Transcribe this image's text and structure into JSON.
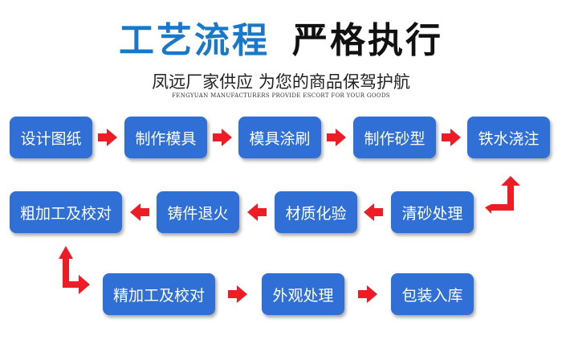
{
  "title": {
    "part1": "工艺流程",
    "part2": "严格执行"
  },
  "subtitle": "凤远厂家供应 为您的商品保驾护航",
  "subtitle_en": "FENGYUAN MANUFACTURERS PROVIDE ESCORT FOR YOUR GOODS",
  "steps": [
    "设计图纸",
    "制作模具",
    "模具涂刷",
    "制作砂型",
    "铁水浇注",
    "清砂处理",
    "材质化验",
    "铸件退火",
    "粗加工及校对",
    "精加工及校对",
    "外观处理",
    "包装入库"
  ],
  "colors": {
    "title_accent": "#1a78c8",
    "box": "#2f6fd6",
    "arrow": "#ee1c24"
  }
}
